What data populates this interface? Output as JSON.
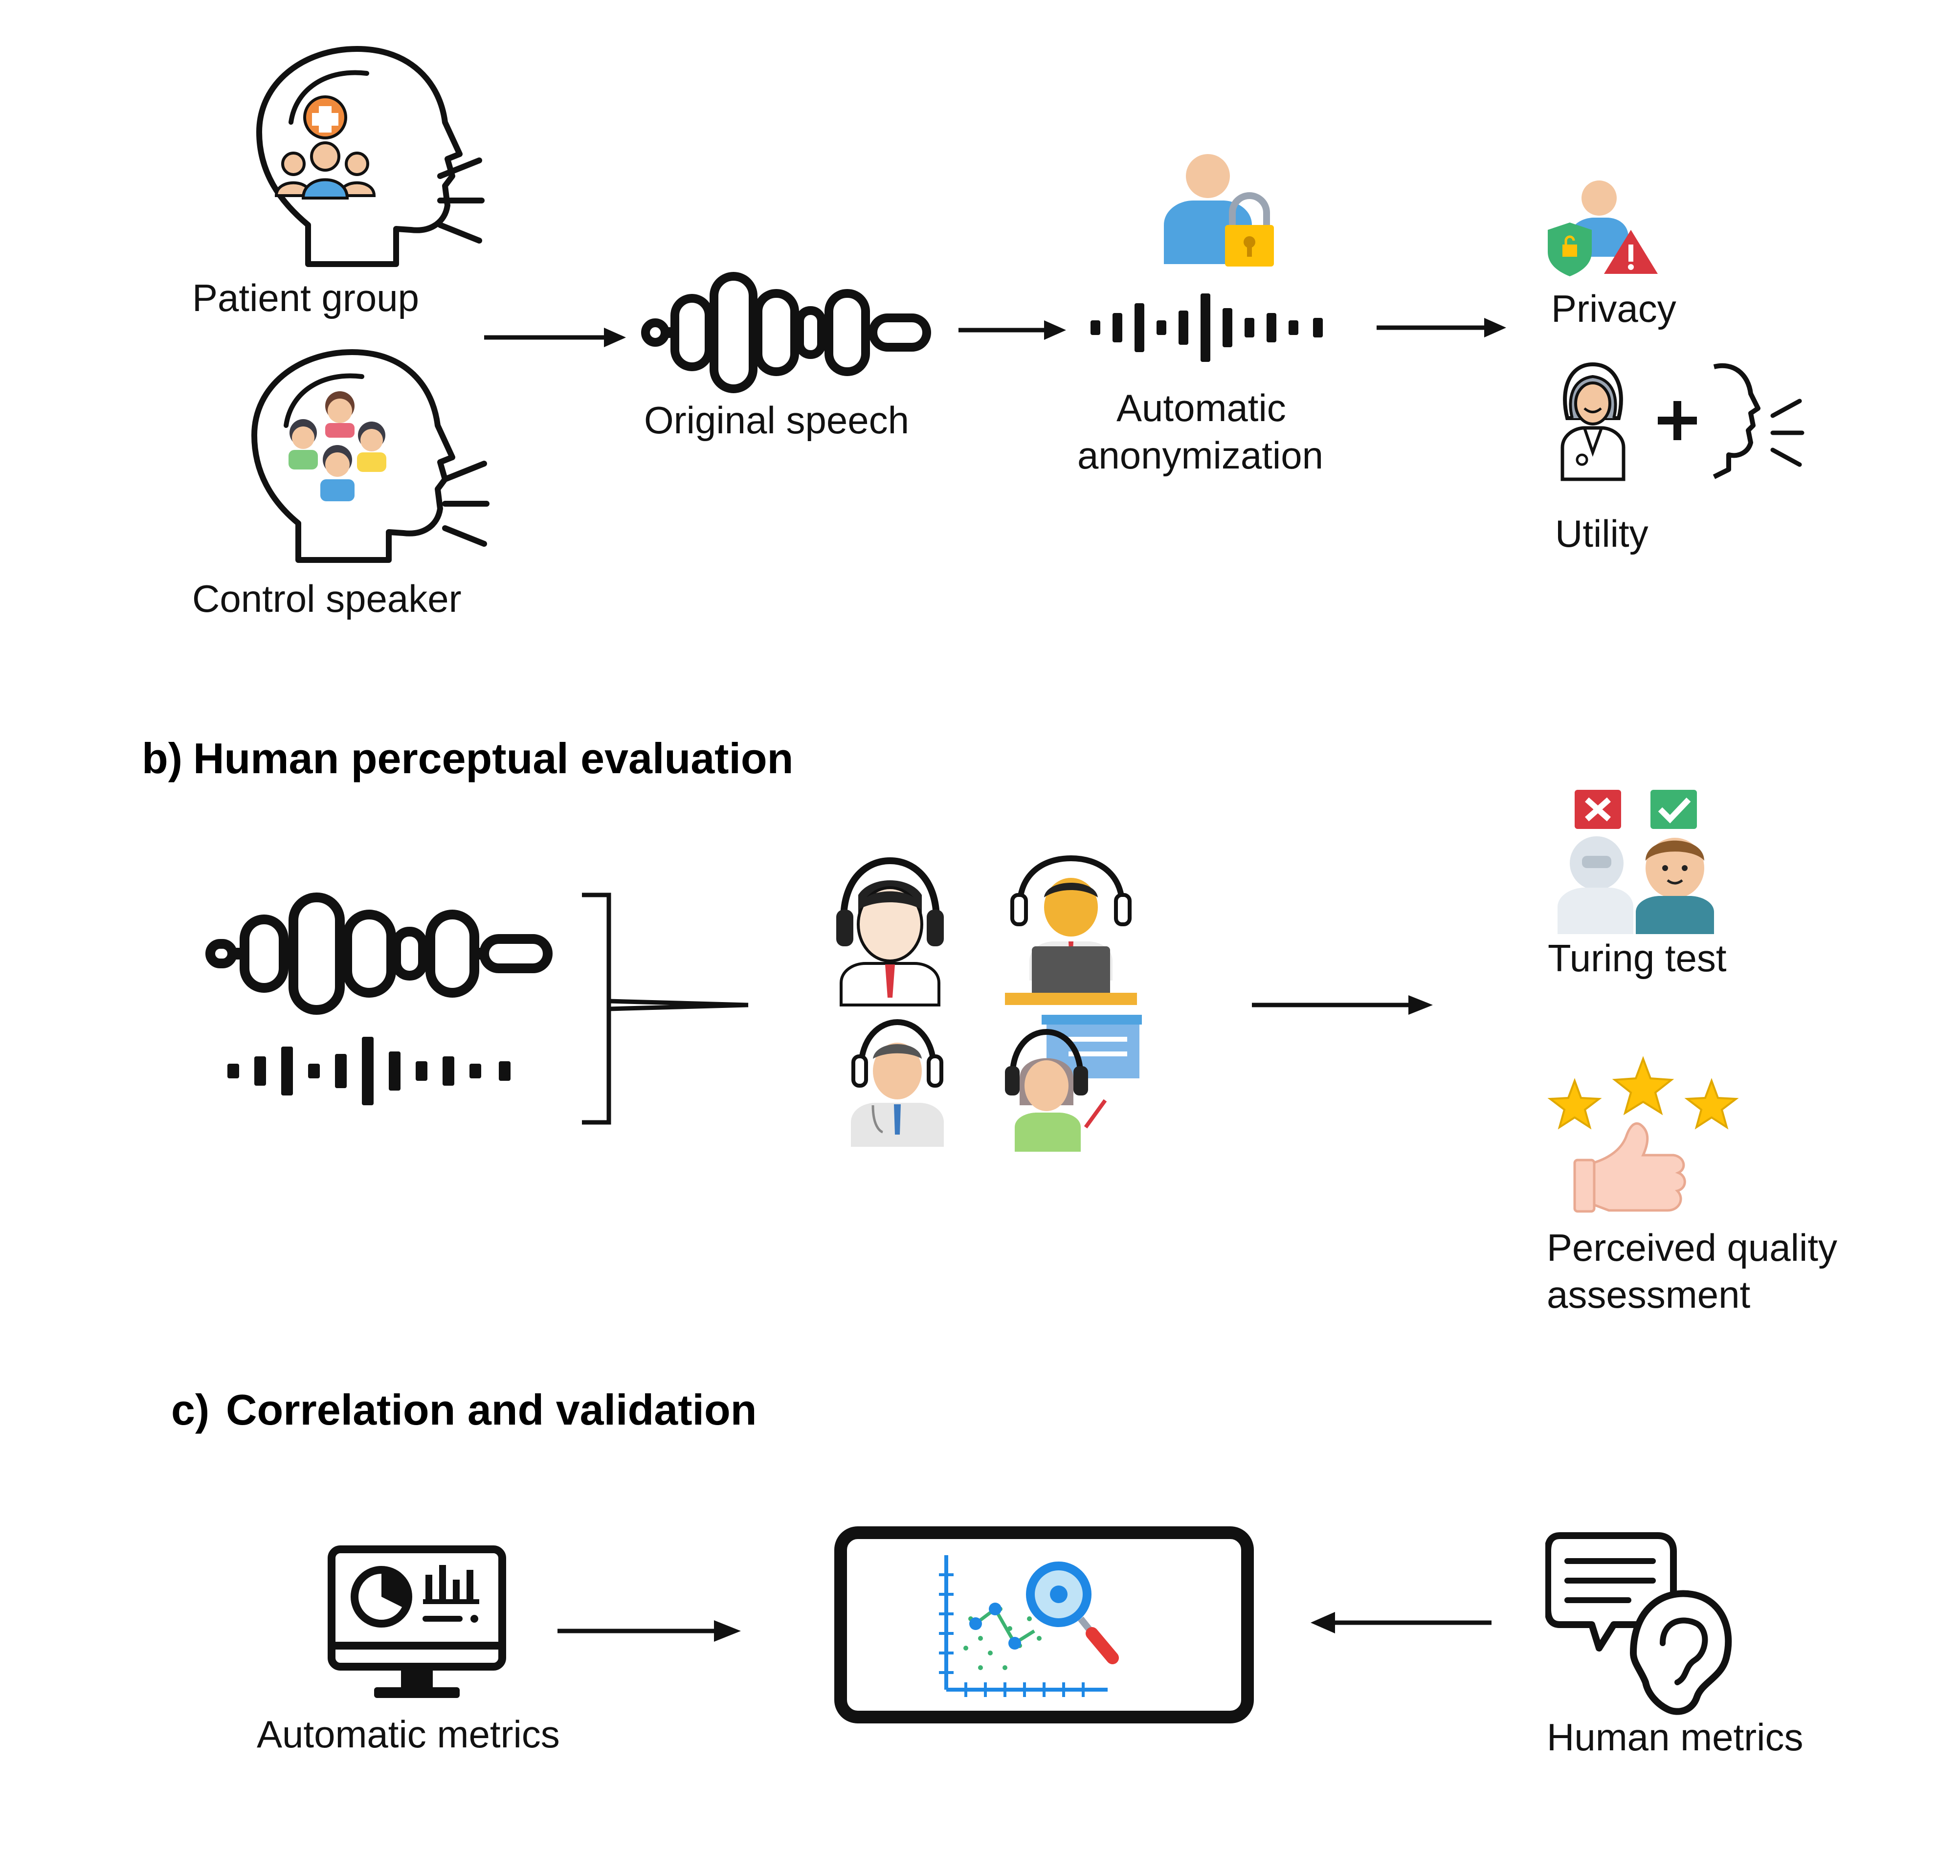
{
  "sections": {
    "b_letter": "b)",
    "b_title": "Human perceptual evaluation",
    "c_letter": "c)",
    "c_title": "Correlation and validation"
  },
  "labels": {
    "patient_group": "Patient group",
    "control_speaker": "Control speaker",
    "original_speech": "Original speech",
    "automatic_anonymization": [
      "Automatic",
      "anonymization"
    ],
    "privacy": "Privacy",
    "utility": "Utility",
    "turing_test": "Turing test",
    "perceived_quality": [
      "Perceived quality",
      "assessment"
    ],
    "automatic_metrics": "Automatic metrics",
    "human_metrics": "Human metrics"
  },
  "icons": {
    "patient_group": "head-with-medical-group-icon",
    "control_speaker": "head-with-people-icon",
    "original_speech": "speech-waveform-icon",
    "anonymized_speech": "anonymized-waveform-icon",
    "anonymization": "user-lock-icon",
    "privacy": "privacy-shield-warning-icon",
    "utility": "doctor-plus-speaking-icon",
    "listeners": "listeners-with-headphones-icon",
    "turing_test": "robot-vs-human-check-icon",
    "quality": "stars-thumbs-up-icon",
    "automatic_metrics": "monitor-dashboard-icon",
    "correlation": "scatter-plot-magnifier-icon",
    "human_metrics": "chat-ear-icon"
  },
  "colors": {
    "ink": "#111111",
    "orange": "#F08A3C",
    "blue": "#4FA3E0",
    "green": "#3CB371",
    "red": "#D9363E",
    "skin": "#F3C6A0",
    "gold": "#FFC107",
    "yellow": "#F9D648"
  }
}
